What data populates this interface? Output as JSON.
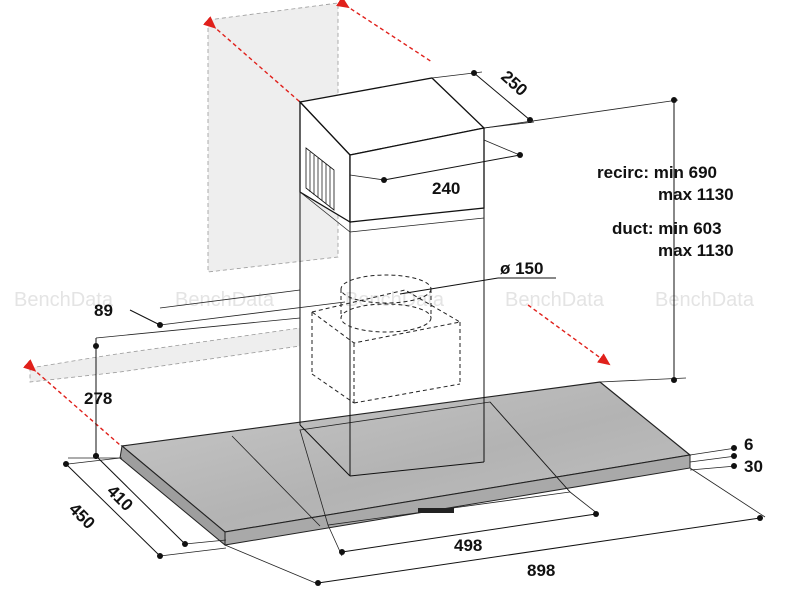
{
  "watermark": "BenchData",
  "colors": {
    "marker": "#e0201b",
    "glass": "#b8b8b8",
    "wall": "#eeeeee",
    "ink": "#111111"
  },
  "dimensions": {
    "chimney_depth": "250",
    "chimney_width": "240",
    "height_recirc_line1": "recirc: min 690",
    "height_recirc_line2": "max 1130",
    "height_duct_line1": "duct: min 603",
    "height_duct_line2": "max 1130",
    "duct_diameter": "ø 150",
    "offset_89": "89",
    "offset_278": "278",
    "glass_thickness": "6",
    "hood_thickness": "30",
    "depth_410": "410",
    "depth_450": "450",
    "width_498": "498",
    "width_898": "898"
  }
}
